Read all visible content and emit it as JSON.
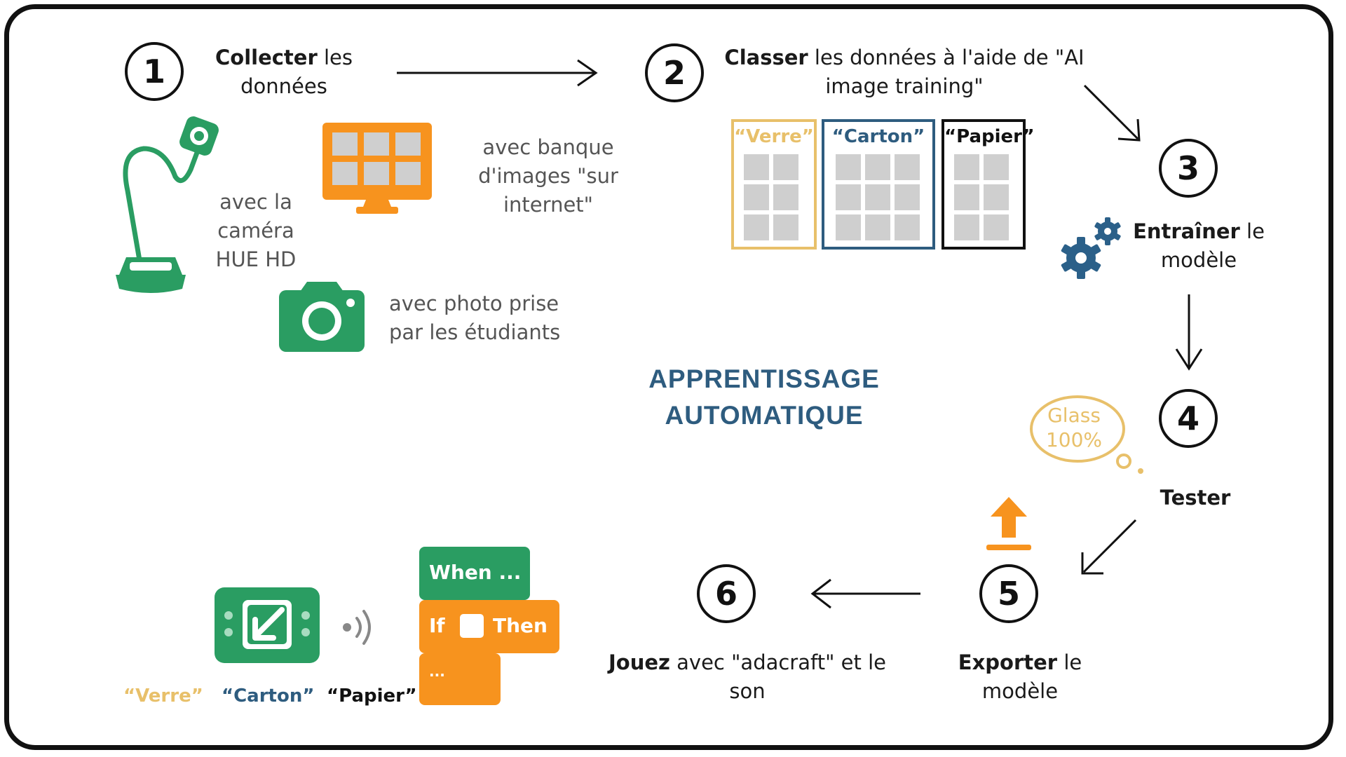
{
  "title": {
    "line1": "APPRENTISSAGE",
    "line2": "AUTOMATIQUE"
  },
  "steps": [
    {
      "number": "1",
      "bold": "Collecter",
      "rest": " les",
      "line2": "données"
    },
    {
      "number": "2",
      "bold": "Classer",
      "rest": " les données à l'aide de \"AI",
      "line2": "image training\""
    },
    {
      "number": "3",
      "bold": "Entraîner",
      "rest": " le",
      "line2": "modèle"
    },
    {
      "number": "4",
      "bold": "Tester"
    },
    {
      "number": "5",
      "bold": "Exporter",
      "rest": " le",
      "line2": "modèle"
    },
    {
      "number": "6",
      "bold": "Jouez",
      "rest": " avec \"adacraft\" et le",
      "line2": "son"
    }
  ],
  "sources": {
    "camera_hue": [
      "avec la",
      "caméra",
      "HUE HD"
    ],
    "image_bank": [
      "avec banque",
      "d'images \"sur",
      "internet\""
    ],
    "student_photo": [
      "avec photo prise",
      "par les étudiants"
    ]
  },
  "categories": {
    "verre": "“Verre”",
    "carton": "“Carton”",
    "papier": "“Papier”"
  },
  "thought_bubble": {
    "line1": "Glass",
    "line2": "100%"
  },
  "blocks": {
    "when": "When ...",
    "if": "If",
    "then": "Then",
    "dots": "..."
  },
  "colors": {
    "green": "#2a9d62",
    "orange": "#f7931e",
    "gold": "#e8c06a",
    "blue": "#2e5c7f",
    "dark_blue": "#2b6089"
  }
}
